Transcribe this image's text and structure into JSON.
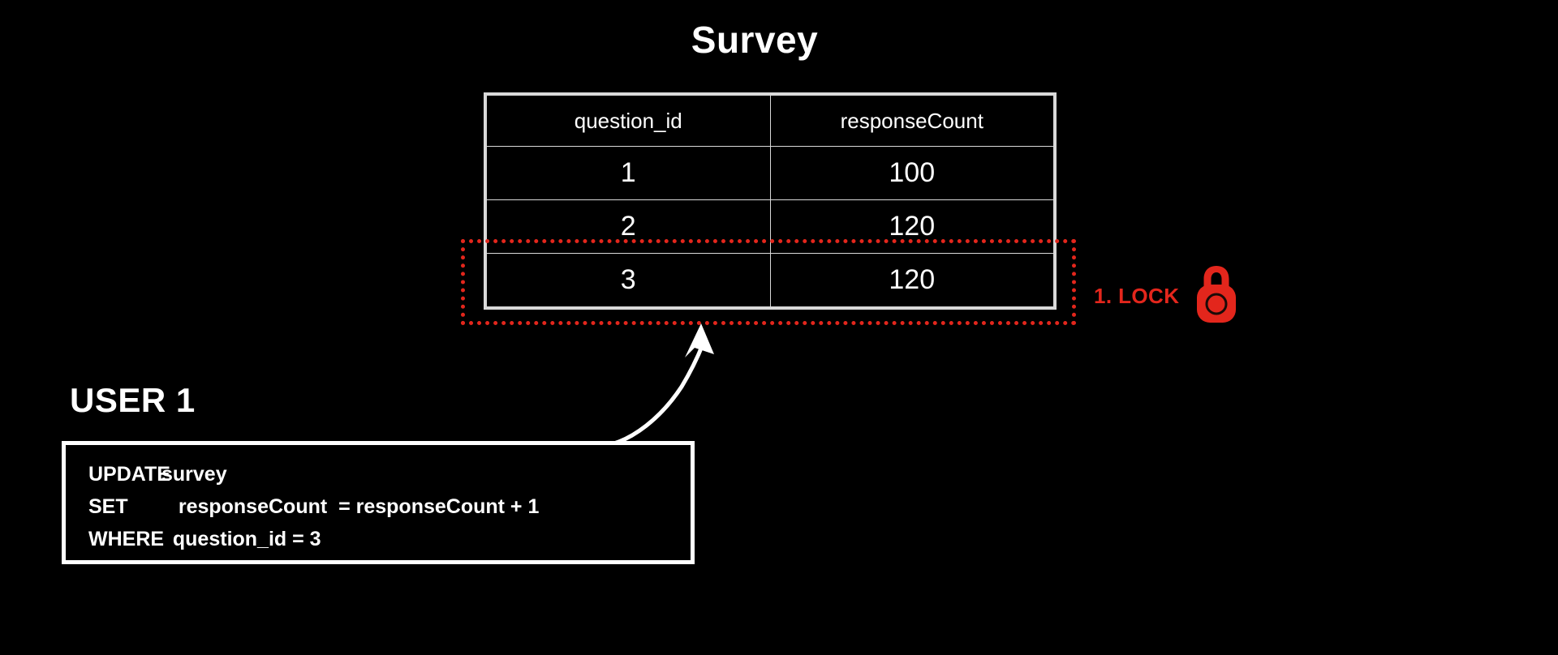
{
  "title": "Survey",
  "table": {
    "columns": [
      "question_id",
      "responseCount"
    ],
    "rows": [
      {
        "question_id": "1",
        "responseCount": "100"
      },
      {
        "question_id": "2",
        "responseCount": "120"
      },
      {
        "question_id": "3",
        "responseCount": "120"
      }
    ]
  },
  "annotation": {
    "lock_label": "1. LOCK",
    "lock_icon": "padlock-icon",
    "highlight_color": "#e3261c"
  },
  "user": {
    "label": "USER 1"
  },
  "sql": {
    "lines": [
      {
        "keyword": "UPDATE",
        "rest": "survey"
      },
      {
        "keyword": "SET",
        "rest": "   responseCount  = responseCount + 1"
      },
      {
        "keyword": "WHERE",
        "rest": "  question_id = 3"
      }
    ]
  },
  "arrow": {
    "name": "curved-arrow-icon",
    "color": "#ffffff"
  }
}
